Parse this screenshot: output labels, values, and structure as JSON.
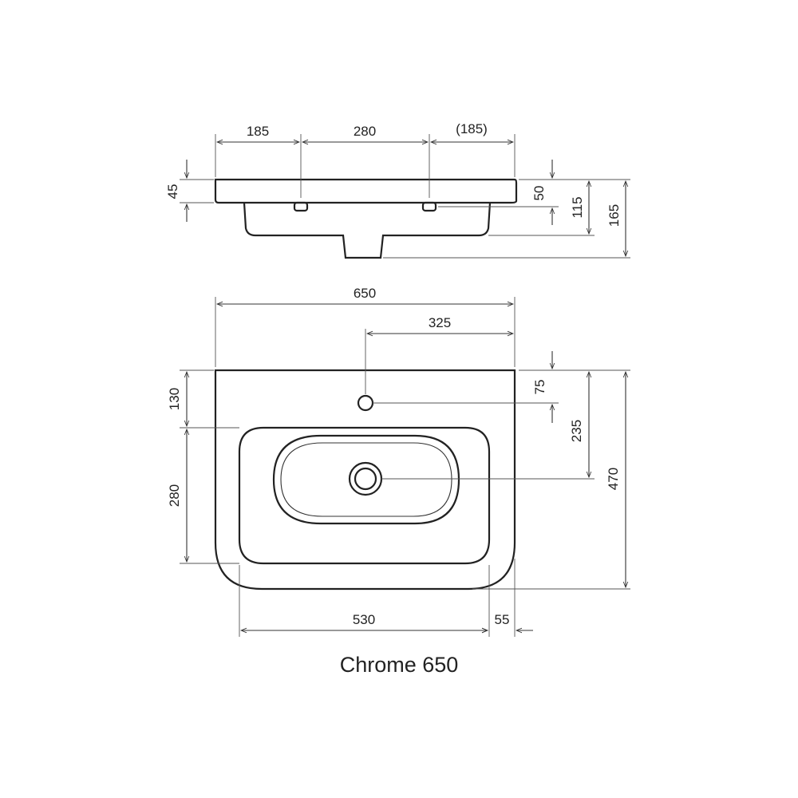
{
  "caption": "Chrome 650",
  "side_view": {
    "top_dims": [
      "185",
      "280",
      "(185)"
    ],
    "left_dims": [
      "45"
    ],
    "right_dims": [
      "50",
      "115",
      "165"
    ]
  },
  "top_view": {
    "width_dims": [
      "650",
      "325"
    ],
    "left_dims": [
      "130",
      "280"
    ],
    "right_dims": [
      "75",
      "235",
      "470"
    ],
    "bottom_dims": [
      "530",
      "55"
    ]
  },
  "colors": {
    "line": "#222222",
    "background": "#ffffff"
  }
}
